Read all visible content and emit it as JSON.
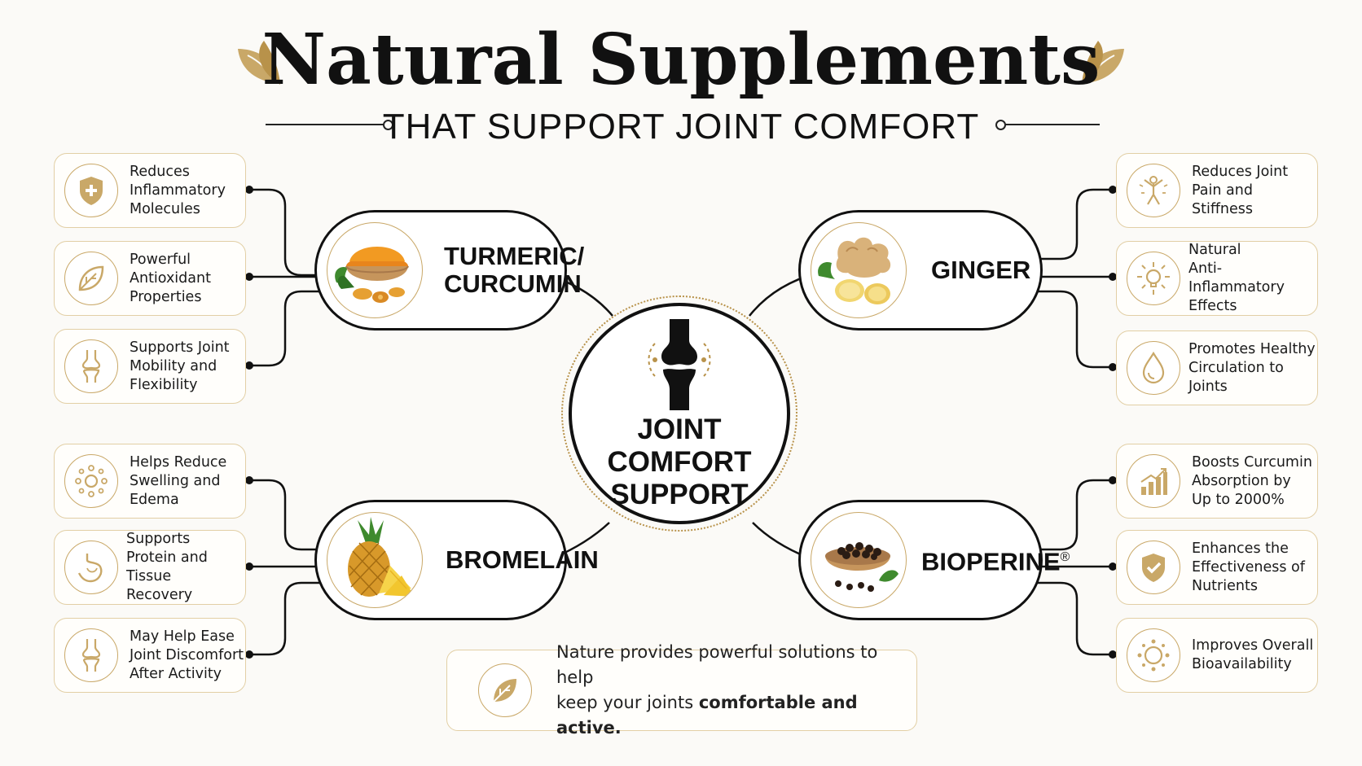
{
  "header": {
    "title": "Natural Supplements",
    "subtitle": "THAT SUPPORT JOINT COMFORT"
  },
  "center": {
    "lines": [
      "JOINT",
      "COMFORT",
      "SUPPORT"
    ],
    "icon": "knee-joint-icon"
  },
  "supplements": {
    "turmeric": {
      "label_line1": "TURMERIC/",
      "label_line2": "CURCUMIN",
      "image": "turmeric-powder-bowl-icon"
    },
    "ginger": {
      "label": "GINGER",
      "image": "ginger-root-icon"
    },
    "bromelain": {
      "label": "BROMELAIN",
      "image": "pineapple-icon"
    },
    "bioperine": {
      "label": "BIOPERINE",
      "mark": "®",
      "image": "black-pepper-bowl-icon"
    }
  },
  "benefits": {
    "turmeric": [
      {
        "lines": [
          "Reduces",
          "Inflammatory",
          "Molecules"
        ],
        "icon": "shield-plus-icon"
      },
      {
        "lines": [
          "Powerful",
          "Antioxidant",
          "Properties"
        ],
        "icon": "leaf-icon"
      },
      {
        "lines": [
          "Supports Joint",
          "Mobility and",
          "Flexibility"
        ],
        "icon": "knee-joint-outline-icon"
      }
    ],
    "ginger": [
      {
        "lines": [
          "Reduces Joint",
          "Pain and",
          "Stiffness"
        ],
        "icon": "person-flexing-icon"
      },
      {
        "lines": [
          "Natural",
          "Anti-Inflammatory",
          "Effects"
        ],
        "icon": "sun-bulb-icon"
      },
      {
        "lines": [
          "Promotes Healthy",
          "Circulation to",
          "Joints"
        ],
        "icon": "water-drop-icon"
      }
    ],
    "bromelain": [
      {
        "lines": [
          "Helps Reduce",
          "Swelling and",
          "Edema"
        ],
        "icon": "sun-dots-icon"
      },
      {
        "lines": [
          "Supports",
          "Protein and Tissue",
          "Recovery"
        ],
        "icon": "stomach-icon"
      },
      {
        "lines": [
          "May Help Ease",
          "Joint Discomfort",
          "After Activity"
        ],
        "icon": "knee-joint-outline-icon"
      }
    ],
    "bioperine": [
      {
        "lines": [
          "Boosts Curcumin",
          "Absorption by",
          "Up to 2000%"
        ],
        "icon": "bar-chart-up-icon"
      },
      {
        "lines": [
          "Enhances the",
          "Effectiveness of",
          "Nutrients"
        ],
        "icon": "shield-check-icon"
      },
      {
        "lines": [
          "Improves Overall",
          "Bioavailability"
        ],
        "icon": "circle-dots-icon"
      }
    ]
  },
  "footer": {
    "line1": "Nature provides powerful solutions to help",
    "line2_prefix": "keep your joints ",
    "line2_bold": "comfortable and active.",
    "icon": "leaf-icon"
  },
  "colors": {
    "gold": "#c9a868",
    "accent_gold": "#b8924a",
    "ink": "#111111",
    "border": "#e2cfa5"
  }
}
